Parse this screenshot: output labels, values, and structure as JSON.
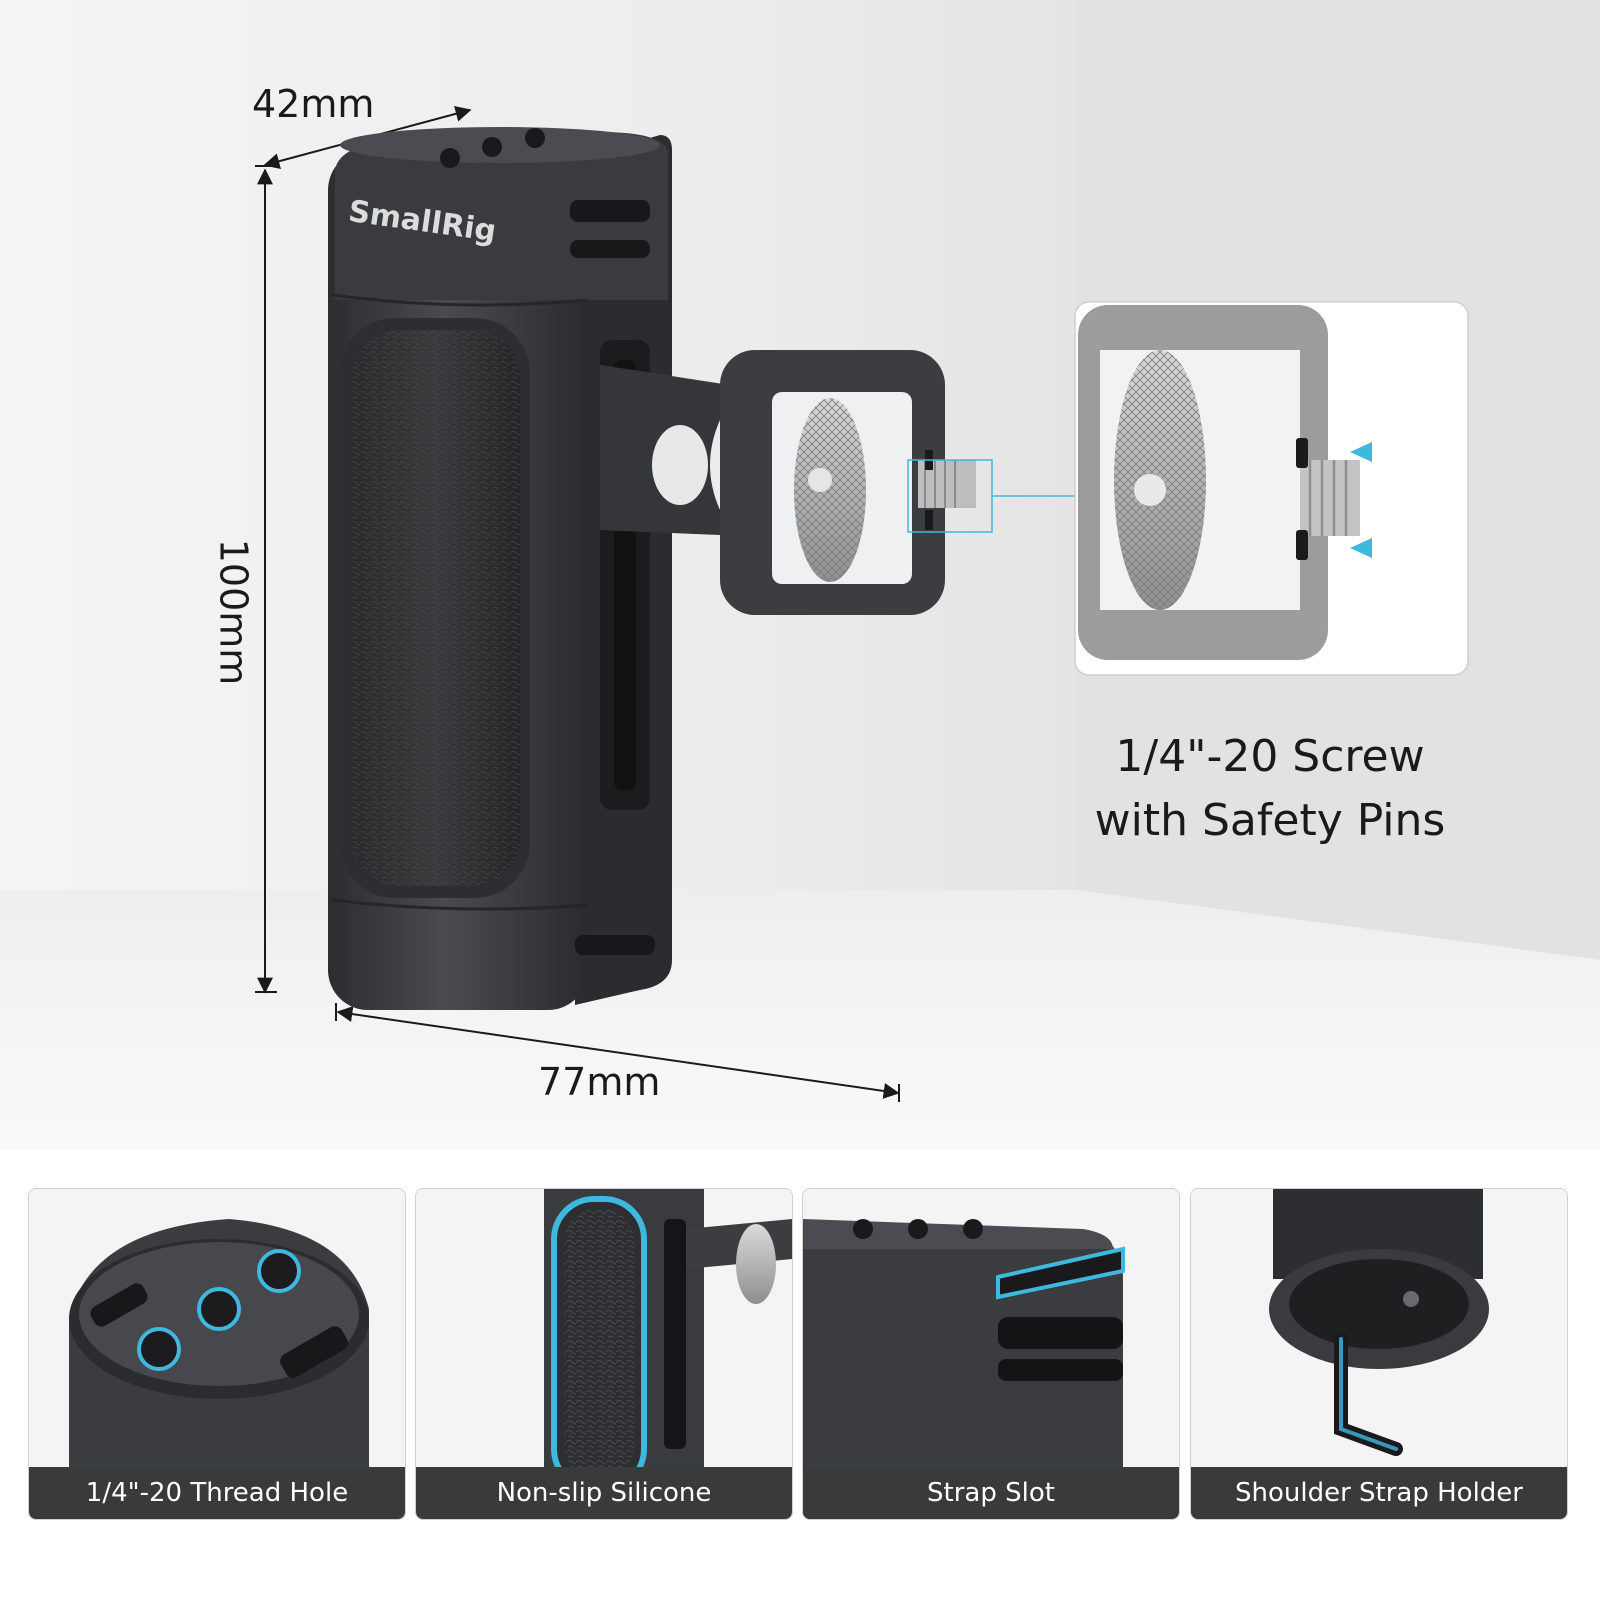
{
  "dimensions": {
    "width_label": "42mm",
    "height_label": "100mm",
    "depth_label": "77mm"
  },
  "brand_logo": "SmallRig",
  "feature": {
    "title_line1": "1/4\"-20 Screw",
    "title_line2": "with Safety Pins"
  },
  "panels": [
    {
      "caption": "1/4\"-20 Thread Hole",
      "icon": "thread-hole-closeup"
    },
    {
      "caption": "Non-slip Silicone",
      "icon": "silicone-grip-closeup"
    },
    {
      "caption": "Strap Slot",
      "icon": "strap-slot-closeup"
    },
    {
      "caption": "Shoulder Strap Holder",
      "icon": "strap-holder-closeup"
    }
  ],
  "colors": {
    "accent": "#3fb8e0",
    "product_body": "#3d3e42",
    "caption_bar": "#3a3a3a"
  }
}
